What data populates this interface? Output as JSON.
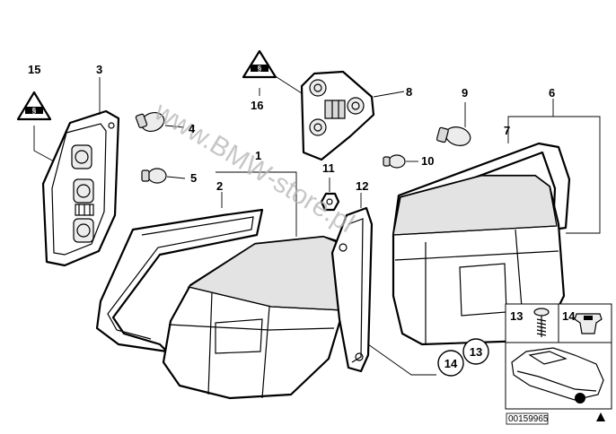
{
  "watermark": "www.BMW-store.pl",
  "reference_code": "00159965",
  "warning_symbol_text": "§",
  "callouts": {
    "c1": "1",
    "c2": "2",
    "c3": "3",
    "c4": "4",
    "c5": "5",
    "c6": "6",
    "c7": "7",
    "c8": "8",
    "c9": "9",
    "c10": "10",
    "c11": "11",
    "c12": "12",
    "c13": "13",
    "c14": "14",
    "c15": "15",
    "c16": "16",
    "c13b": "13",
    "c14b": "14"
  },
  "colors": {
    "line": "#000000",
    "shade": "#d9d9d9",
    "watermark": "#b5b5b5"
  }
}
